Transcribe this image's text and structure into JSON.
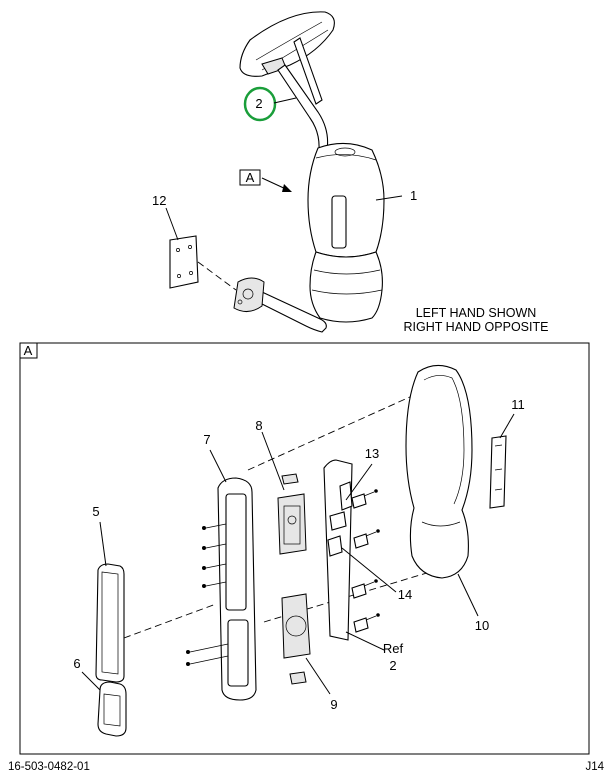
{
  "callouts": {
    "c1": "1",
    "c2": "2",
    "c5": "5",
    "c6": "6",
    "c7": "7",
    "c8": "8",
    "c9": "9",
    "c10": "10",
    "c11": "11",
    "c12": "12",
    "c13": "13",
    "c14": "14",
    "ref_label": "Ref",
    "ref_num": "2"
  },
  "view_label": "A",
  "detail_label": "A",
  "note_line1": "LEFT HAND SHOWN",
  "note_line2": "RIGHT HAND OPPOSITE",
  "footer": {
    "drawing_number": "16-503-0482-01",
    "page_code": "J14"
  },
  "colors": {
    "highlight_circle": "#1a9e3a",
    "line": "#000000"
  }
}
